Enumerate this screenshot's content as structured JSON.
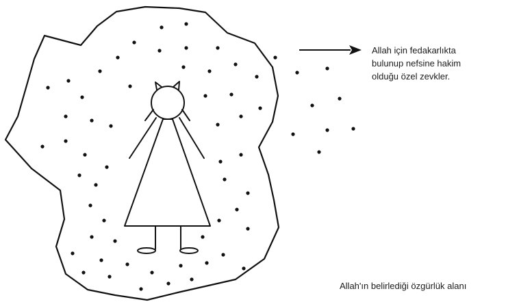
{
  "labels": {
    "top_line_1": "Allah için fedakarlıkta",
    "top_line_2": "bulunup nefsine hakim",
    "top_line_3": "olduğu özel zevkler.",
    "bottom": "Allah'ın belirlediği özgürlük alanı"
  }
}
